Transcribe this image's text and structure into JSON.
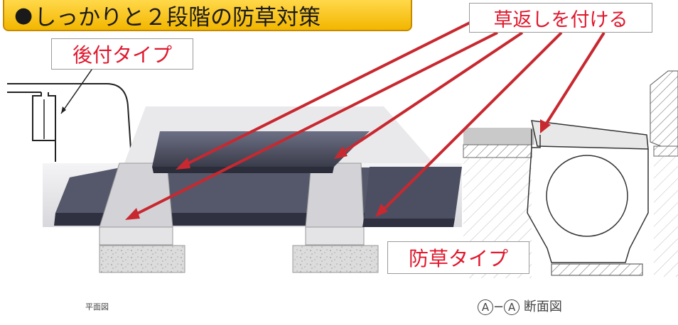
{
  "title": {
    "bullet": "●",
    "text": "しっかりと２段階の防草対策"
  },
  "labels": {
    "kusakaeshi": "草返しを付ける",
    "atozuke": "後付タイプ",
    "bousou": "防草タイプ"
  },
  "captions": {
    "plan": "平面図",
    "section_mark_a": "A",
    "section_dash": "−",
    "section_mark_b": "A",
    "section_text": "断面図"
  },
  "colors": {
    "banner": "#f5c400",
    "label_text": "#e0182d",
    "arrow": "#c8282f",
    "lid": "#4a4d5e",
    "concrete": "#d9d9dc"
  }
}
